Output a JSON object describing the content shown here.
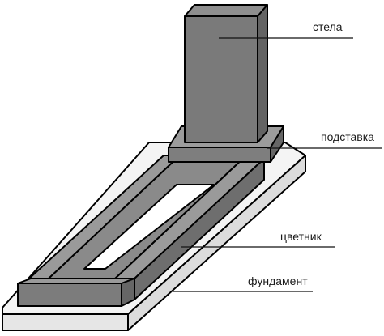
{
  "labels": {
    "stela": "стела",
    "stand": "подставка",
    "flowerbed": "цветник",
    "foundation": "фундамент"
  },
  "colors": {
    "stone_dark": "#6f6f6f",
    "stone_mid": "#8c8c8c",
    "stone_light": "#a6a6a6",
    "foundation": "#f2f2f2",
    "outline": "#000000",
    "callout_line": "#111111"
  }
}
